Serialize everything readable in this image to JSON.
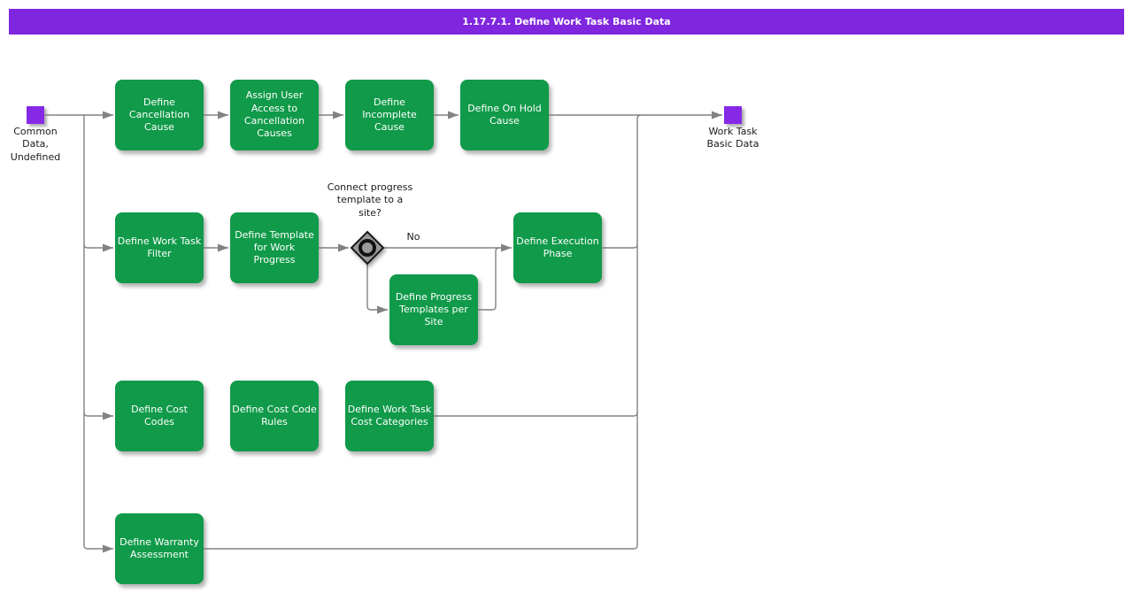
{
  "title": "1.17.7.1. Define Work Task Basic Data",
  "colors": {
    "banner": "#7F26DE",
    "event": "#8629E6",
    "task": "#109A49",
    "connector": "#828282",
    "gateway_fill": "#999999",
    "gateway_border": "#1a1a1a"
  },
  "start_event": {
    "label": "Common Data, Undefined"
  },
  "end_event": {
    "label": "Work Task Basic Data"
  },
  "gateway": {
    "question": "Connect progress template to a site?",
    "no_label": "No"
  },
  "tasks": [
    {
      "id": "define-cancellation-cause",
      "label": "Define Cancellation Cause"
    },
    {
      "id": "assign-user-access-to-cancellation-causes",
      "label": "Assign User Access to Cancellation Causes"
    },
    {
      "id": "define-incomplete-cause",
      "label": "Define Incomplete Cause"
    },
    {
      "id": "define-on-hold-cause",
      "label": "Define On Hold Cause"
    },
    {
      "id": "define-work-task-filter",
      "label": "Define Work Task Filter"
    },
    {
      "id": "define-template-for-work-progress",
      "label": "Define Template for Work Progress"
    },
    {
      "id": "define-execution-phase",
      "label": "Define Execution Phase"
    },
    {
      "id": "define-progress-templates-per-site",
      "label": "Define Progress Templates per Site"
    },
    {
      "id": "define-cost-codes",
      "label": "Define Cost Codes"
    },
    {
      "id": "define-cost-code-rules",
      "label": "Define Cost Code Rules"
    },
    {
      "id": "define-work-task-cost-categories",
      "label": "Define Work Task Cost Categories"
    },
    {
      "id": "define-warranty-assessment",
      "label": "Define Warranty Assessment"
    }
  ]
}
